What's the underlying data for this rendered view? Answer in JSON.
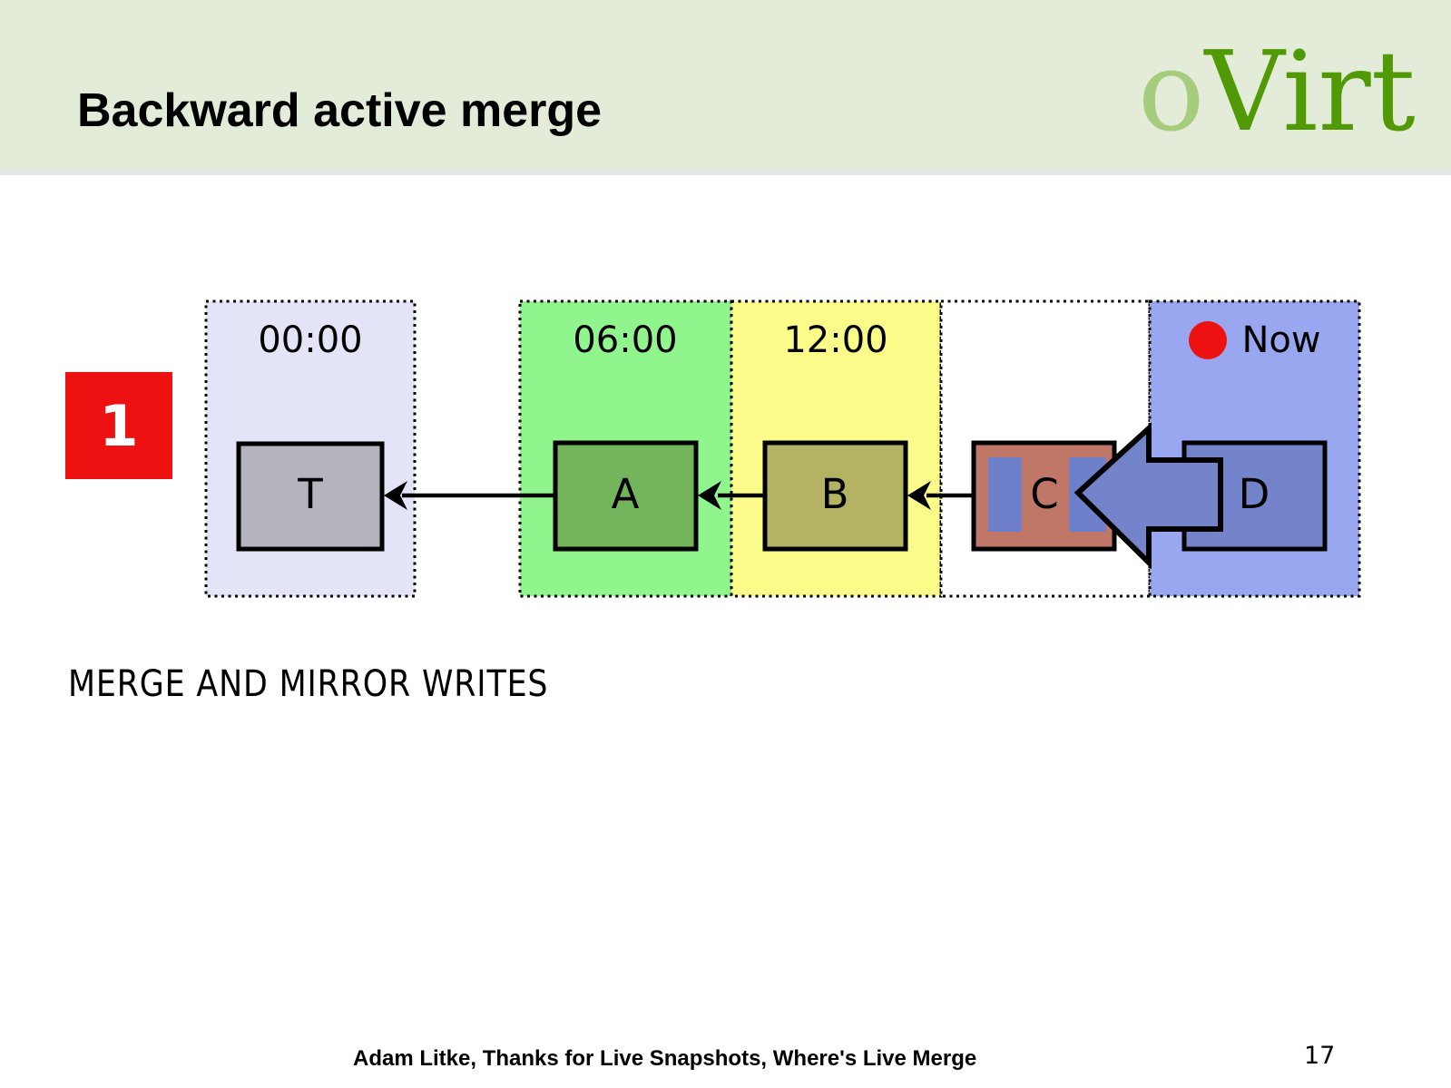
{
  "slide": {
    "header": {
      "title": "Backward active merge",
      "logo_prefix": "o",
      "logo_suffix": "Virt"
    },
    "step_badge": "1",
    "caption": "MERGE AND MIRROR WRITES",
    "footer": {
      "credit": "Adam Litke, Thanks for Live Snapshots, Where's Live Merge",
      "page_number": "17"
    }
  },
  "diagram": {
    "panels": [
      {
        "time": "00:00",
        "fill": "#e4e4f8"
      },
      {
        "time": "06:00",
        "fill": "#8ff58c"
      },
      {
        "time": "12:00",
        "fill": "#fbfb8a"
      },
      {
        "time": "",
        "fill": "#ffffff"
      },
      {
        "time": "Now",
        "fill": "#99a7f1"
      }
    ],
    "volumes": [
      {
        "label": "T",
        "fill": "#b4b4bf"
      },
      {
        "label": "A",
        "fill": "#74b45d"
      },
      {
        "label": "B",
        "fill": "#b4b363"
      },
      {
        "label": "C",
        "fill": "#c17767"
      },
      {
        "label": "D",
        "fill": "#7384cb"
      }
    ],
    "mirror_stripe_fill": "#6f80ca",
    "merge_arrow_fill": "#7384cb",
    "now_dot_fill": "#ee1111"
  },
  "colors": {
    "header_bg": "#e2ecd9",
    "header_strip": "#e6e8e6",
    "body_bg": "#ffffff",
    "title_text": "#000000",
    "logo_o": "#a6cc7e",
    "logo_virt": "#529a05",
    "badge_bg": "#ee1111",
    "badge_text": "#ffffff",
    "link_line": "#000000"
  }
}
